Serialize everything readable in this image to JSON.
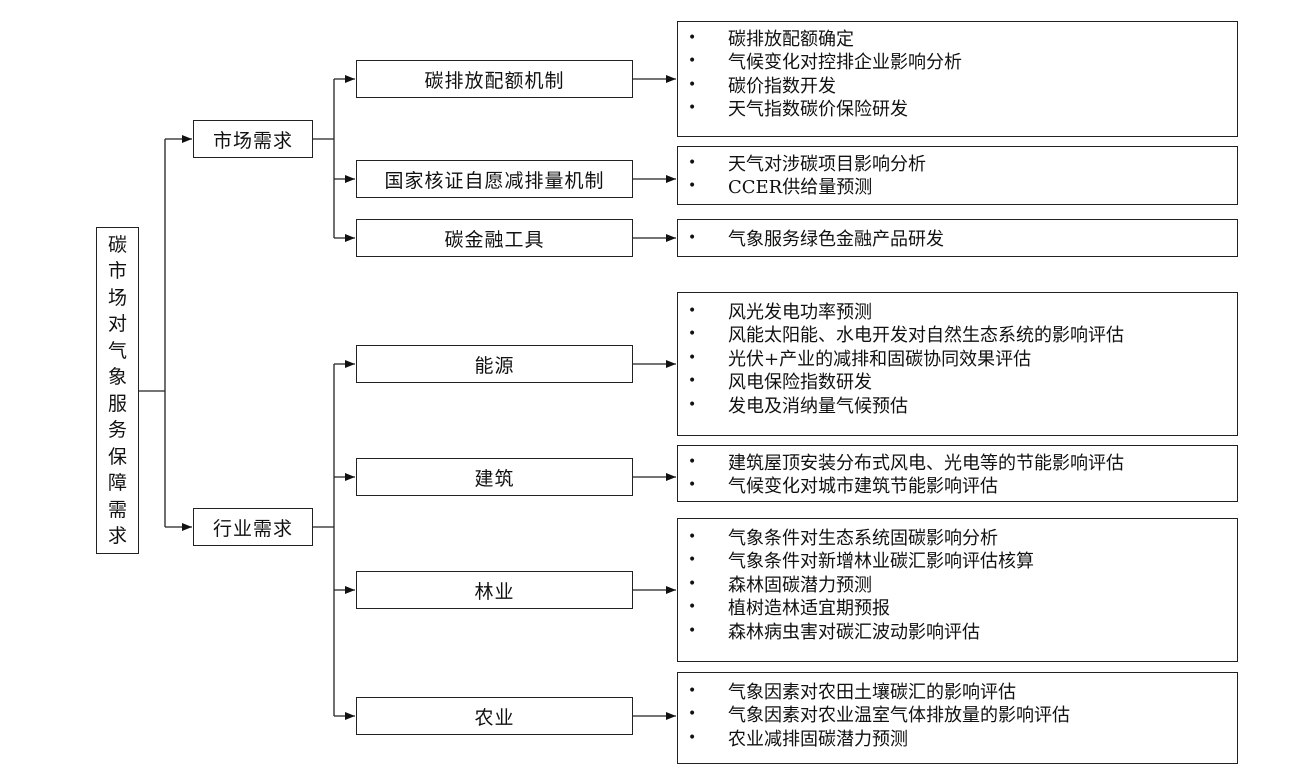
{
  "root": {
    "label": "碳市场对气象服务保障需求"
  },
  "branches": [
    {
      "label": "市场需求",
      "children": [
        {
          "label": "碳排放配额机制",
          "items": [
            "碳排放配额确定",
            "气候变化对控排企业影响分析",
            "碳价指数开发",
            "天气指数碳价保险研发"
          ]
        },
        {
          "label": "国家核证自愿减排量机制",
          "items": [
            "天气对涉碳项目影响分析",
            "CCER供给量预测"
          ]
        },
        {
          "label": "碳金融工具",
          "items": [
            "气象服务绿色金融产品研发"
          ]
        }
      ]
    },
    {
      "label": "行业需求",
      "children": [
        {
          "label": "能源",
          "items": [
            "风光发电功率预测",
            "风能太阳能、水电开发对自然生态系统的影响评估",
            "光伏+产业的减排和固碳协同效果评估",
            "风电保险指数研发",
            "发电及消纳量气候预估"
          ]
        },
        {
          "label": "建筑",
          "items": [
            "建筑屋顶安装分布式风电、光电等的节能影响评估",
            "气候变化对城市建筑节能影响评估"
          ]
        },
        {
          "label": "林业",
          "items": [
            "气象条件对生态系统固碳影响分析",
            "气象条件对新增林业碳汇影响评估核算",
            "森林固碳潜力预测",
            "植树造林适宜期预报",
            "森林病虫害对碳汇波动影响评估"
          ]
        },
        {
          "label": "农业",
          "items": [
            "气象因素对农田土壤碳汇的影响评估",
            "气象因素对农业温室气体排放量的影响评估",
            "农业减排固碳潜力预测"
          ]
        }
      ]
    }
  ],
  "bullet_symbol": "•"
}
